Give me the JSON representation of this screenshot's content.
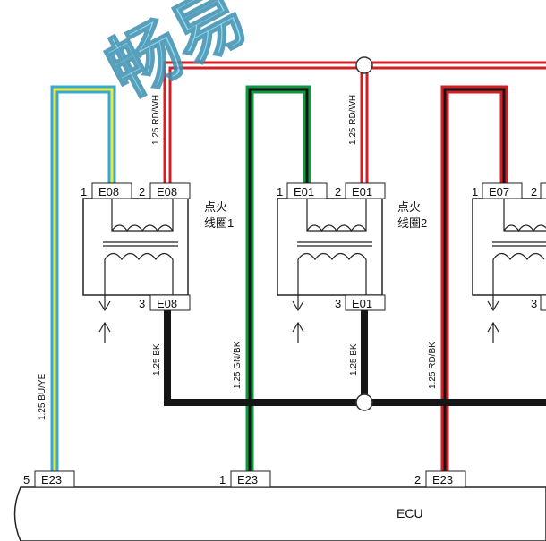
{
  "watermark": "畅易",
  "wire_labels": {
    "bu_ye": "1.25 BU/YE",
    "rd_wh_1": "1.25 RD/WH",
    "rd_wh_2": "1.25 RD/WH",
    "gn_bk": "1.25 GN/BK",
    "rd_bk": "1.25 RD/BK",
    "bk_1": "1.25 BK",
    "bk_2": "1.25 BK"
  },
  "coils": [
    {
      "name_line1": "点火",
      "name_line2": "线圈1",
      "top_pins": [
        {
          "pin": "1",
          "conn": "E08"
        },
        {
          "pin": "2",
          "conn": "E08"
        }
      ],
      "bottom_pin": {
        "pin": "3",
        "conn": "E08"
      }
    },
    {
      "name_line1": "点火",
      "name_line2": "线圈2",
      "top_pins": [
        {
          "pin": "1",
          "conn": "E01"
        },
        {
          "pin": "2",
          "conn": "E01"
        }
      ],
      "bottom_pin": {
        "pin": "3",
        "conn": "E01"
      }
    },
    {
      "name_line1": "",
      "name_line2": "",
      "top_pins": [
        {
          "pin": "1",
          "conn": "E07"
        },
        {
          "pin": "2",
          "conn": ""
        }
      ],
      "bottom_pin": {
        "pin": "3",
        "conn": ""
      }
    }
  ],
  "ecu": {
    "label": "ECU",
    "pins": [
      {
        "pin": "5",
        "conn": "E23"
      },
      {
        "pin": "1",
        "conn": "E23"
      },
      {
        "pin": "2",
        "conn": "E23"
      }
    ]
  },
  "colors": {
    "red": "#d11f26",
    "green": "#139640",
    "blue": "#36a9d6",
    "yellow": "#f2ea3a",
    "black": "#151515",
    "white": "#ffffff"
  }
}
